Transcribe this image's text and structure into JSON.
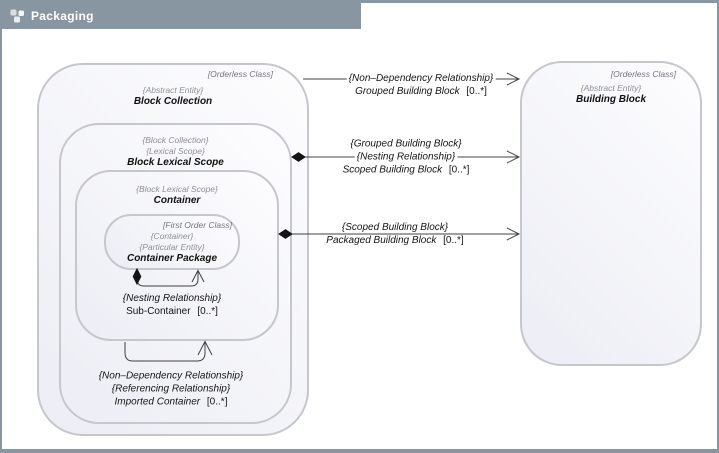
{
  "header": {
    "title": "Packaging"
  },
  "nodes": {
    "block_collection": {
      "corner": "[Orderless Class]",
      "stereotype1": "{Abstract Entity}",
      "name": "Block Collection"
    },
    "block_lexical_scope": {
      "stereotype1": "{Block Collection}",
      "stereotype2": "{Lexical Scope}",
      "name": "Block Lexical Scope"
    },
    "container": {
      "stereotype1": "{Block Lexical Scope}",
      "name": "Container"
    },
    "container_package": {
      "corner": "[First Order Class]",
      "stereotype1": "{Container}",
      "stereotype2": "{Particular Entity}",
      "name": "Container Package"
    },
    "building_block": {
      "corner": "[Orderless Class]",
      "stereotype1": "{Abstract Entity}",
      "name": "Building Block"
    }
  },
  "edges": {
    "grouped_building_block": {
      "stereotype1": "{Non–Dependency Relationship}",
      "role": "Grouped Building Block",
      "multiplicity": "[0..*]"
    },
    "scoped_building_block": {
      "stereotype1": "{Grouped Building Block}",
      "stereotype2": "{Nesting Relationship}",
      "role": "Scoped Building Block",
      "multiplicity": "[0..*]"
    },
    "packaged_building_block": {
      "stereotype1": "{Scoped Building Block}",
      "role": "Packaged Building Block",
      "multiplicity": "[0..*]"
    },
    "sub_container": {
      "stereotype1": "{Nesting Relationship}",
      "role": "Sub-Container",
      "multiplicity": "[0..*]"
    },
    "imported_container": {
      "stereotype1": "{Non–Dependency Relationship}",
      "stereotype2": "{Referencing Relationship}",
      "role": "Imported Container",
      "multiplicity": "[0..*]"
    }
  },
  "colors": {
    "frame": "#8896a2",
    "node_border": "#c6c6cd",
    "edge": "#404040",
    "muted_text": "#8e8e96"
  }
}
